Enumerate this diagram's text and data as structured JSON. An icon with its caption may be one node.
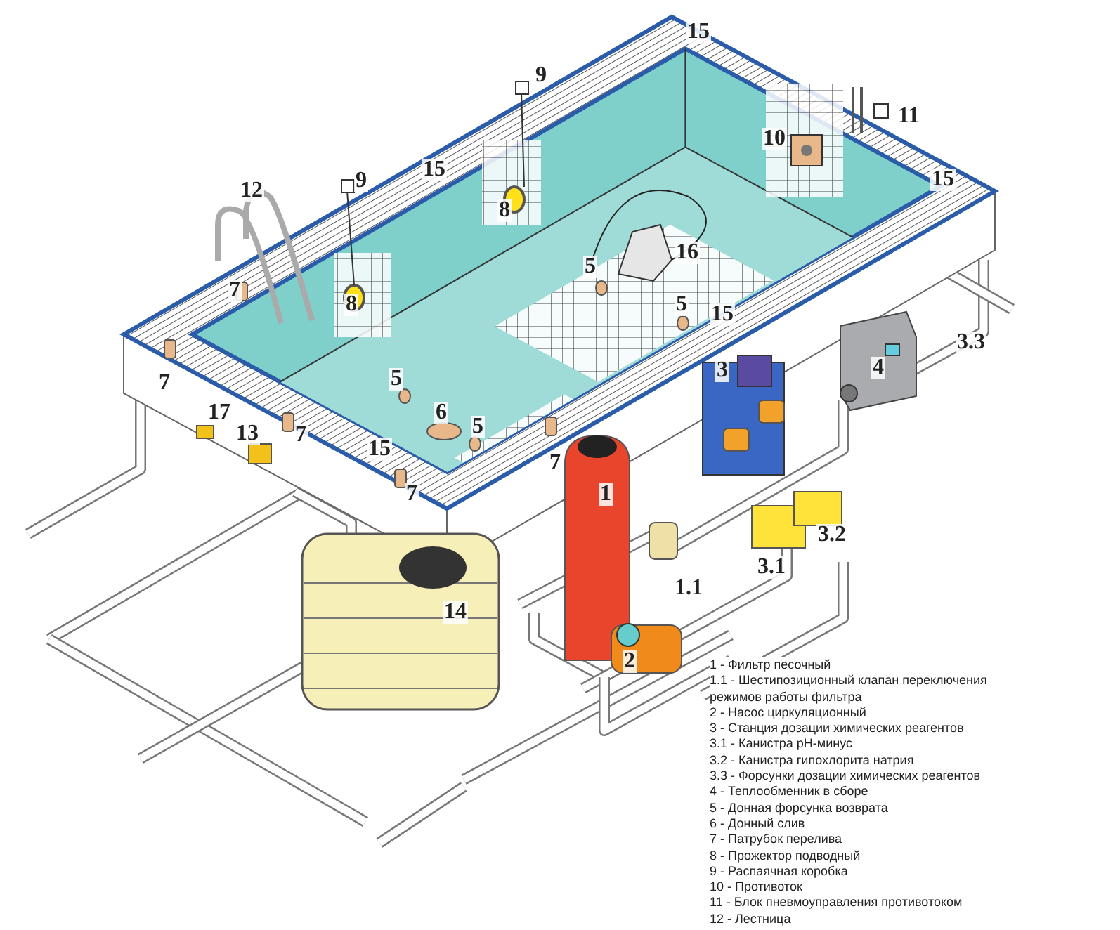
{
  "diagram": {
    "labels": [
      "15",
      "9",
      "11",
      "10",
      "12",
      "9",
      "15",
      "8",
      "15",
      "16",
      "5",
      "8",
      "7",
      "5",
      "15",
      "3",
      "3.3",
      "4",
      "7",
      "5",
      "17",
      "6",
      "13",
      "5",
      "7",
      "15",
      "7",
      "7",
      "1",
      "3.2",
      "3.1",
      "1.1",
      "14",
      "2",
      "1 - Фильтр песочный",
      "1.1 - Шестипозиционный клапан переключения режимов работы фильтра",
      "2 - Насос циркуляционный",
      "3 - Станция дозации химических реагентов",
      "3.1 - Канистра pH-минус",
      "3.2 - Канистра гипохлорита натрия",
      "3.3 - Форсунки дозации химических реагентов",
      "4 - Теплообменник в сборе",
      "5 - Донная форсунка возврата",
      "6 - Донный слив",
      "7 - Патрубок перелива",
      "8 - Прожектор подводный",
      "9 - Распаячная коробка",
      "10 - Противоток",
      "11 - Блок пневмоуправления противотоком",
      "12 - Лестница"
    ]
  }
}
